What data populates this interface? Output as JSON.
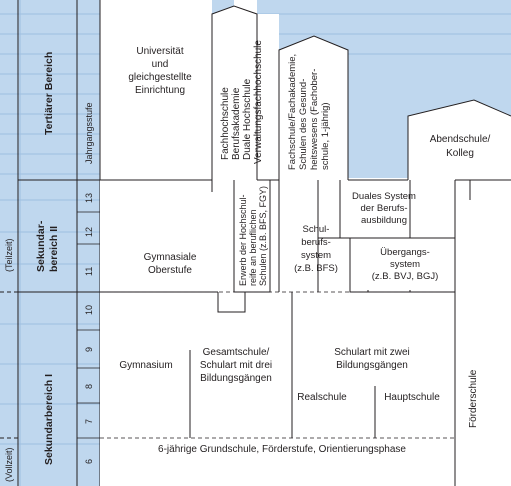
{
  "colors": {
    "background_blue": "#bfd7ee",
    "grid_line": "#9dbfe0",
    "border_dark": "#231f20",
    "white": "#ffffff"
  },
  "left_edge": {
    "teilzeit": "(Teilzeit)",
    "vollzeit": "(Vollzeit)"
  },
  "levels": {
    "tertiaer": "Tertiärer Bereich",
    "sek2_line1": "Sekundar-",
    "sek2_line2": "bereich II",
    "sek1": "Sekundarbereich I"
  },
  "years": {
    "header": "Jahrgangsstufe",
    "y13": "13",
    "y12": "12",
    "y11": "11",
    "y10": "10",
    "y9": "9",
    "y8": "8",
    "y7": "7",
    "y6": "6"
  },
  "institutions": {
    "uni": [
      "Universität",
      "und",
      "gleichgestellte",
      "Einrichtung"
    ],
    "fh": [
      "Fachhochschule",
      "Berufsakademie",
      "Duale Hochschule",
      "Verwaltungsfachhochschule"
    ],
    "fachschule": [
      "Fachschule/Fachakademie,",
      "Schulen des Gesund-",
      "heitswesens (Fachober-",
      "schule, 1-jährig)"
    ],
    "abendschule": [
      "Abendschule/",
      "Kolleg"
    ],
    "hochschulreife": [
      "Erwerb der Hochschul-",
      "reife an beruflichen",
      "Schulen (z.B. BFS, FGY)"
    ],
    "schulberufssystem": [
      "Schul-",
      "berufs-",
      "system",
      "(z.B. BFS)"
    ],
    "duales": [
      "Duales System",
      "der Berufs-",
      "ausbildung"
    ],
    "uebergang": [
      "Übergangs-",
      "system",
      "(z.B. BVJ, BGJ)"
    ],
    "gym_oberstufe": [
      "Gymnasiale",
      "Oberstufe"
    ],
    "gymnasium": "Gymnasium",
    "gesamtschule": [
      "Gesamtschule/",
      "Schulart mit drei",
      "Bildungsgängen"
    ],
    "schulart_zwei": [
      "Schulart mit zwei",
      "Bildungsgängen"
    ],
    "realschule": "Realschule",
    "hauptschule": "Hauptschule",
    "foerderschule": "Förderschule",
    "grundschule": "6-jährige Grundschule, Förderstufe, Orientierungsphase"
  }
}
